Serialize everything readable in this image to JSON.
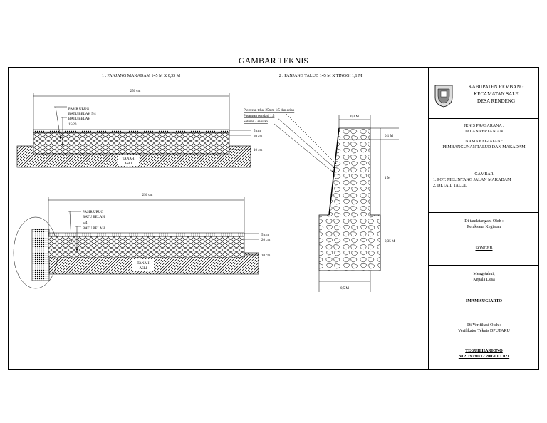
{
  "title": "GAMBAR TEKNIS",
  "section1": {
    "heading": "1 . PANJANG MAKADAM 145 M X 0,35  M",
    "dim": "250  cm",
    "labels": [
      "PASIR URUG",
      "BATU BELAH 5/4",
      "BATU BELAH",
      "15/20"
    ],
    "layers": [
      "5    cm",
      "20  cm",
      "10  cm"
    ],
    "ground": [
      "TANAH",
      "ASLI"
    ]
  },
  "section2": {
    "dim": "250  cm",
    "labels": [
      "PASIR URUG",
      "BATU BELAH",
      "5/4",
      "BATU BELAH"
    ],
    "layers": [
      "5    cm",
      "20  cm",
      "10  cm"
    ],
    "ground": [
      "TANAH",
      "ASLI"
    ]
  },
  "section3": {
    "heading": "2 . PANJANG TALUD 145 M X TINGGI 1,1 M",
    "notes": [
      "Plesteran tebal 25mm 1:5 dan acian",
      "Pasangan pondasi 1:5",
      "Saluran - saluran"
    ],
    "dims": [
      "0,3  M",
      "0,1  M",
      "1  M",
      "0,35  M",
      "0,5  M"
    ]
  },
  "titleblock": {
    "org": [
      "KABUPATEN REMBANG",
      "KECAMATAN SALE",
      "DESA RENDENG"
    ],
    "jenis_label": "JENIS PRASARANA :",
    "jenis_value": "JALAN PERTANIAN",
    "kegiatan_label": "NAMA KEGIATAN :",
    "kegiatan_value": "PEMBANGUNAN TALUD DAN MAKADAM",
    "gambar_label": "GAMBAR",
    "gambar_items": [
      "1. POT. MELINTANG JALAN     MAKADAM",
      "2. DETAIL TALUD"
    ],
    "sign1_label": [
      "Di tandatangani Oleh :",
      "Pelaksana Kegiatan"
    ],
    "sign1_name": "SONGEB",
    "sign2_label": [
      "Mengetahui,",
      "Kepala Desa"
    ],
    "sign2_name": "IMAM SUGIARTO",
    "sign3_label": [
      "Di Verifikasi Oleh :",
      "Verifikator Teknis DPUTARU"
    ],
    "sign3_name": "TEGUH HARIONO",
    "sign3_nip": "NIP. 19730712 200701 1 021"
  }
}
